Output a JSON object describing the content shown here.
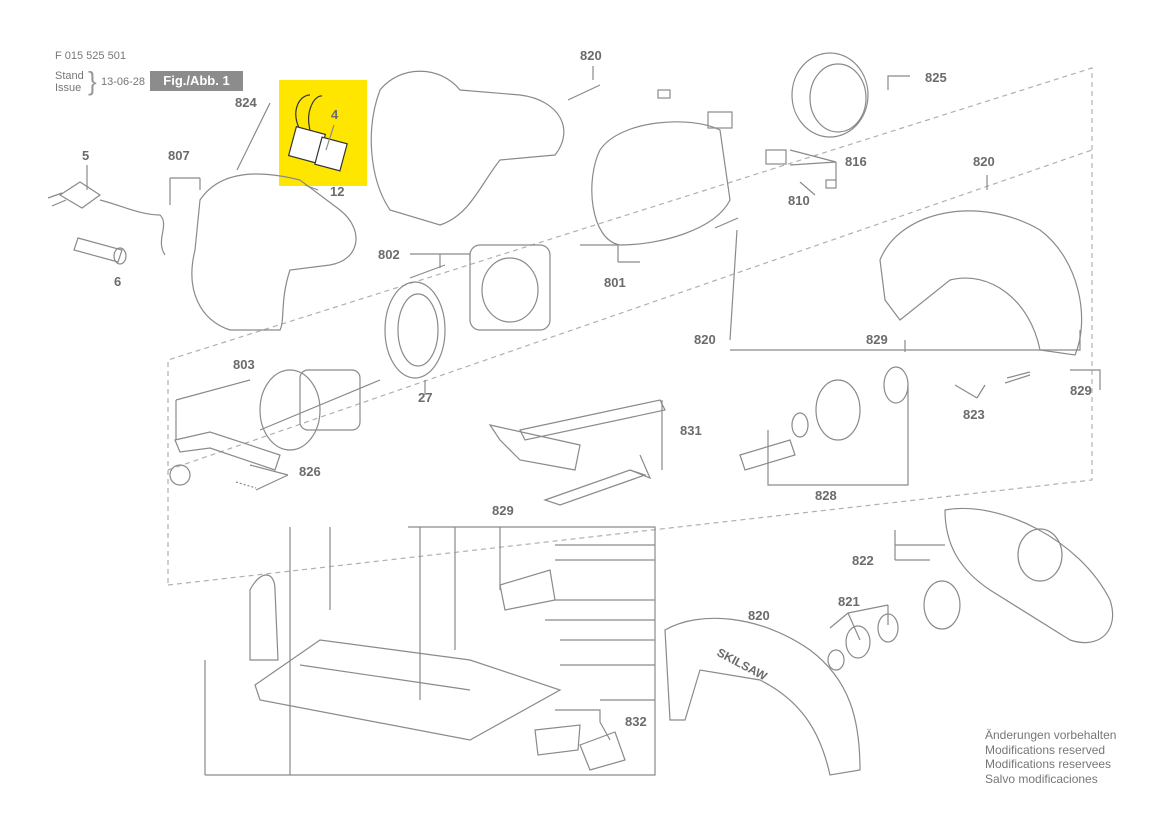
{
  "header": {
    "doc_number": "F 015 525 501",
    "stand_label": "Stand",
    "issue_label": "Issue",
    "brace": "}",
    "date": "13-06-28",
    "figure": "Fig./Abb. 1"
  },
  "labels": {
    "p5": "5",
    "p6": "6",
    "p807": "807",
    "p824": "824",
    "p4": "4",
    "p12": "12",
    "p820_top": "820",
    "p825": "825",
    "p816": "816",
    "p810": "810",
    "p820_right": "820",
    "p802": "802",
    "p801": "801",
    "p820_mid": "820",
    "p829_mid": "829",
    "p829_right": "829",
    "p803": "803",
    "p27": "27",
    "p826": "826",
    "p831": "831",
    "p823": "823",
    "p828": "828",
    "p829_bottom": "829",
    "p822": "822",
    "p821": "821",
    "p820_bottom": "820",
    "p832": "832"
  },
  "brand_text": "SKILSAW",
  "notes": [
    "Änderungen vorbehalten",
    "Modifications reserved",
    "Modifications reservees",
    "Salvo modificaciones"
  ],
  "colors": {
    "highlight": "#ffe600",
    "line": "#8a8a8a",
    "label_bg": "#8c8c8c"
  }
}
